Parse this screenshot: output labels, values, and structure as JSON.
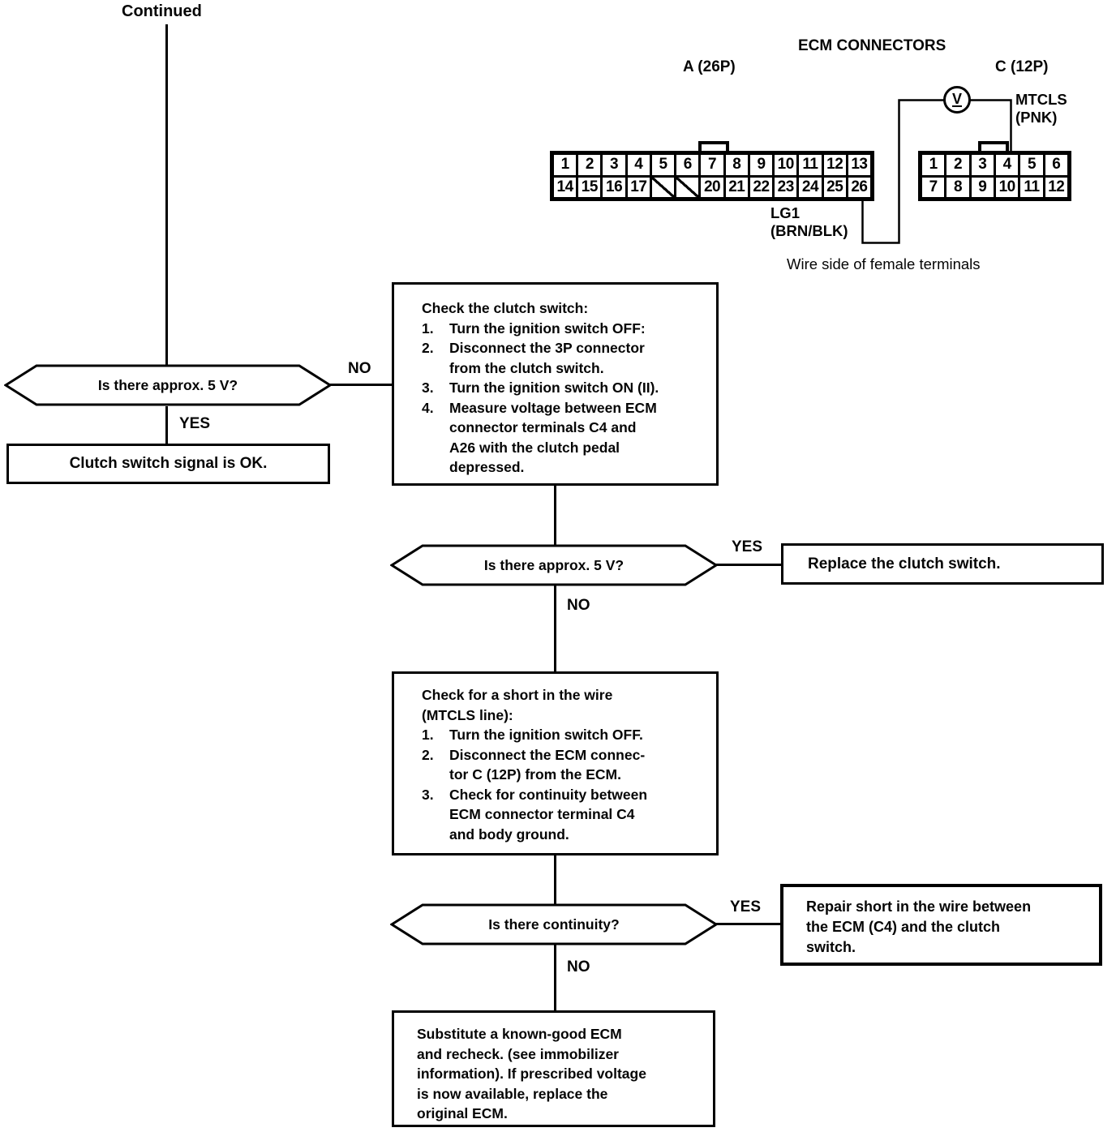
{
  "page": {
    "background": "#ffffff",
    "ink": "#000000"
  },
  "header": {
    "continued": "Continued"
  },
  "connector_diagram": {
    "title": "ECM CONNECTORS",
    "a_label": "A (26P)",
    "c_label": "C (12P)",
    "voltmeter_symbol": "V",
    "mtcls_line1": "MTCLS",
    "mtcls_line2": "(PNK)",
    "lg1_line1": "LG1",
    "lg1_line2": "(BRN/BLK)",
    "caption": "Wire side of female terminals",
    "a_row1": [
      "1",
      "2",
      "3",
      "4",
      "5",
      "6",
      "7",
      "8",
      "9",
      "10",
      "11",
      "12",
      "13"
    ],
    "a_row2": [
      "14",
      "15",
      "16",
      "17",
      "",
      "",
      "20",
      "21",
      "22",
      "23",
      "24",
      "25",
      "26"
    ],
    "c_row1": [
      "1",
      "2",
      "3",
      "4",
      "5",
      "6"
    ],
    "c_row2": [
      "7",
      "8",
      "9",
      "10",
      "11",
      "12"
    ]
  },
  "flow": {
    "q1": "Is there approx. 5 V?",
    "no1": "NO",
    "yes1": "YES",
    "ok_box": "Clutch switch signal is OK.",
    "check_clutch": {
      "title": "Check the clutch switch:",
      "items": [
        {
          "num": "1.",
          "text": "Turn the ignition switch OFF:"
        },
        {
          "num": "2.",
          "text": "Disconnect the 3P connector\nfrom the clutch switch."
        },
        {
          "num": "3.",
          "text": "Turn the ignition switch ON (II)."
        },
        {
          "num": "4.",
          "text": "Measure voltage between ECM\nconnector terminals C4 and\nA26 with the clutch pedal\ndepressed."
        }
      ]
    },
    "q2": "Is there approx. 5 V?",
    "yes2": "YES",
    "no2": "NO",
    "replace_box": "Replace the clutch switch.",
    "check_short": {
      "title": "Check for a short in the wire\n(MTCLS line):",
      "items": [
        {
          "num": "1.",
          "text": "Turn the ignition switch OFF."
        },
        {
          "num": "2.",
          "text": "Disconnect the ECM connec-\ntor C (12P) from the ECM."
        },
        {
          "num": "3.",
          "text": "Check for continuity between\nECM connector terminal C4\nand body ground."
        }
      ]
    },
    "q3": "Is there continuity?",
    "yes3": "YES",
    "no3": "NO",
    "repair_box": "Repair short in the wire between\nthe ECM (C4) and the clutch\nswitch.",
    "substitute_box": "Substitute a known-good ECM\nand recheck. (see immobilizer\ninformation). If prescribed voltage\nis now available, replace the\noriginal ECM."
  }
}
